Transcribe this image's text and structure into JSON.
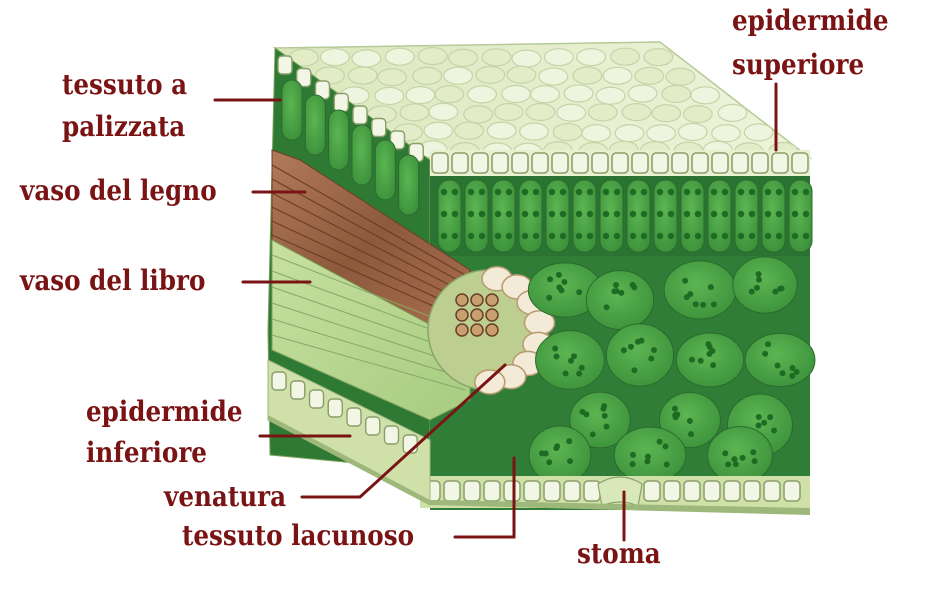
{
  "labels": {
    "tessuto_a_palizzata": [
      "tessuto a",
      "palizzata"
    ],
    "vaso_del_legno": "vaso del legno",
    "vaso_del_libro": "vaso del libro",
    "epidermide_inferiore": [
      "epidermide",
      "inferiore"
    ],
    "venatura": "venatura",
    "tessuto_lacunoso": "tessuto lacunoso",
    "stoma": "stoma",
    "epidermide_superiore": [
      "epidermide",
      "superiore"
    ]
  },
  "colors": {
    "label_text": "#7a1414",
    "leader_line": "#7a1414",
    "epidermis": "#e8f0cf",
    "palisade": "#3f9c3c",
    "chloroplast": "#1f6b24",
    "spongy_background": "#2f7d36",
    "xylem": "#a0674a",
    "phloem": "#b5d68e",
    "leaf_top": "#e6efcc"
  }
}
